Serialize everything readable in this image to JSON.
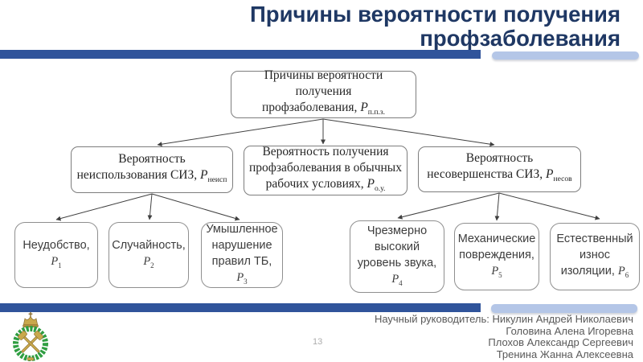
{
  "slide": {
    "title": {
      "line1": "Причины вероятности получения",
      "line2": "профзаболевания"
    },
    "page_number": "13",
    "footer": {
      "lines": [
        "Научный руководитель: Никулин Андрей Николаевич",
        "Головина Алена Игоревна",
        "Плохов Александр Сергеевич",
        "Тренина Жанна Алексеевна"
      ]
    },
    "colors": {
      "title_text": "#1f3864",
      "bar_dark": "#30549b",
      "bar_light": "#b4c6e7",
      "box_border": "#7d7d7d",
      "arrow": "#404040",
      "footer_text": "#595959",
      "wreath_green": "#2f9e41",
      "crown_gold": "#c9a84c"
    }
  },
  "tree": {
    "root": {
      "line1": "Причины вероятности получения",
      "line2_pre": "профзаболевания, ",
      "var": "P",
      "sub": "п.п.з."
    },
    "l2_left": {
      "line1": "Вероятность",
      "line2_pre": "неиспользования СИЗ, ",
      "var": "P",
      "sub": "неисп"
    },
    "l2_mid": {
      "line1": "Вероятность получения",
      "line2": "профзаболевания в обычных",
      "line3_pre": "рабочих условиях, ",
      "var": "P",
      "sub": "о.у."
    },
    "l2_right": {
      "line1": "Вероятность",
      "line2_pre": "несовершенства СИЗ, ",
      "var": "P",
      "sub": "несов"
    },
    "l3_1": {
      "line1": "Неудобство,",
      "var": "P",
      "sub": "1"
    },
    "l3_2": {
      "line1": "Случайность,",
      "var": "P",
      "sub": "2"
    },
    "l3_3": {
      "line1": "Умышленное",
      "line2": "нарушение",
      "line3_pre": "правил ТБ, ",
      "var": "P",
      "sub": "3"
    },
    "l3_4": {
      "line1": "Чрезмерно",
      "line2": "высокий",
      "line3": "уровень звука,",
      "var": "P",
      "sub": "4"
    },
    "l3_5": {
      "line1": "Механические",
      "line2": "повреждения,",
      "var": "P",
      "sub": "5"
    },
    "l3_6": {
      "line1": "Естественный",
      "line2": "износ",
      "line3_pre": "изоляции, ",
      "var": "P",
      "sub": "6"
    }
  }
}
